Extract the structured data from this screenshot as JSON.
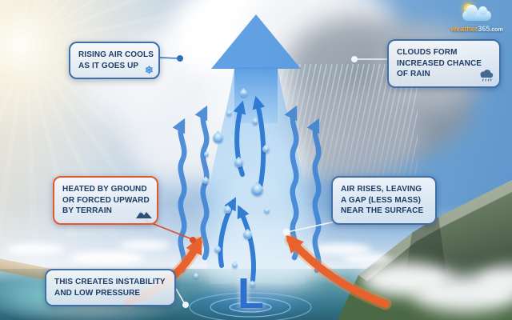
{
  "logo": {
    "word": "weather",
    "number": "365",
    "tld": ".com"
  },
  "icons": {
    "snowflake": "❄"
  },
  "callouts": {
    "rising_air": {
      "lines": [
        "RISING AIR COOLS",
        "AS IT GOES UP"
      ]
    },
    "clouds_form": {
      "lines": [
        "CLOUDS FORM",
        "INCREASED CHANCE",
        "OF RAIN"
      ]
    },
    "heated_ground": {
      "lines": [
        "HEATED BY GROUND",
        "OR FORCED UPWARD",
        "BY TERRAIN"
      ]
    },
    "air_rises": {
      "lines": [
        "AIR RISES, LEAVING",
        "A GAP (LESS MASS)",
        "NEAR THE SURFACE"
      ]
    },
    "instability": {
      "lines": [
        "THIS CREATES INSTABILITY",
        "AND LOW PRESSURE"
      ]
    }
  },
  "symbols": {
    "low_pressure": "L"
  },
  "colors": {
    "callout_text": "#1d3c66",
    "callout_border_blue": "#3f6fa8",
    "callout_border_orange": "#e2592e",
    "updraft_blue": "#4a90dc",
    "convergence_orange": "#e8622d",
    "low_pressure_letter": "#2b6fd0"
  }
}
